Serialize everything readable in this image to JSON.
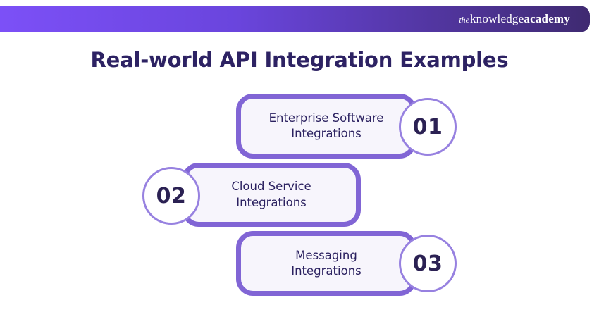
{
  "header": {
    "logo_the": "the",
    "logo_knowledge": "knowledge",
    "logo_academy": "academy",
    "gradient_left": "#7c50f7",
    "gradient_right": "#3f2a71"
  },
  "title": "Real-world API Integration Examples",
  "items": [
    {
      "number": "01",
      "label": "Enterprise Software\nIntegrations",
      "circle_side": "right"
    },
    {
      "number": "02",
      "label": "Cloud Service\nIntegrations",
      "circle_side": "left"
    },
    {
      "number": "03",
      "label": "Messaging\nIntegrations",
      "circle_side": "right"
    }
  ],
  "colors": {
    "title_color": "#2d2263",
    "box_border": "#8165d5",
    "box_fill": "#f7f5fc",
    "circle_border": "#9781e0",
    "circle_fill": "#ffffff",
    "number_color": "#2b2153",
    "label_color": "#2b2160"
  }
}
